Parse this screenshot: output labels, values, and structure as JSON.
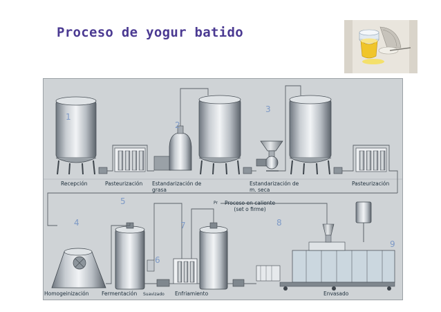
{
  "title": "Proceso de yogur batido",
  "labels": {
    "recepcion": "Recepción",
    "pasteurizacion_1": "Pasteurización",
    "estandar_grasa": "Estandarización de\ngrasa",
    "estandar_seca": "Estandarización de\nm. seca",
    "pasteurizacion_2": "Pasteurización",
    "proceso_caliente": "Proceso en caliente\n(set o firme)",
    "pr": "Pr",
    "homogeinizacion": "Homogeinización",
    "fermentacion": "Fermentación",
    "suavizado": "Suavizado",
    "enfriamiento": "Enfriamiento",
    "envasado": "Envasado"
  },
  "numbers": {
    "n1": "1",
    "n2": "2",
    "n3": "3",
    "n4": "4",
    "n5": "5",
    "n6": "6",
    "n7": "7",
    "n8": "8",
    "n9": "9"
  }
}
